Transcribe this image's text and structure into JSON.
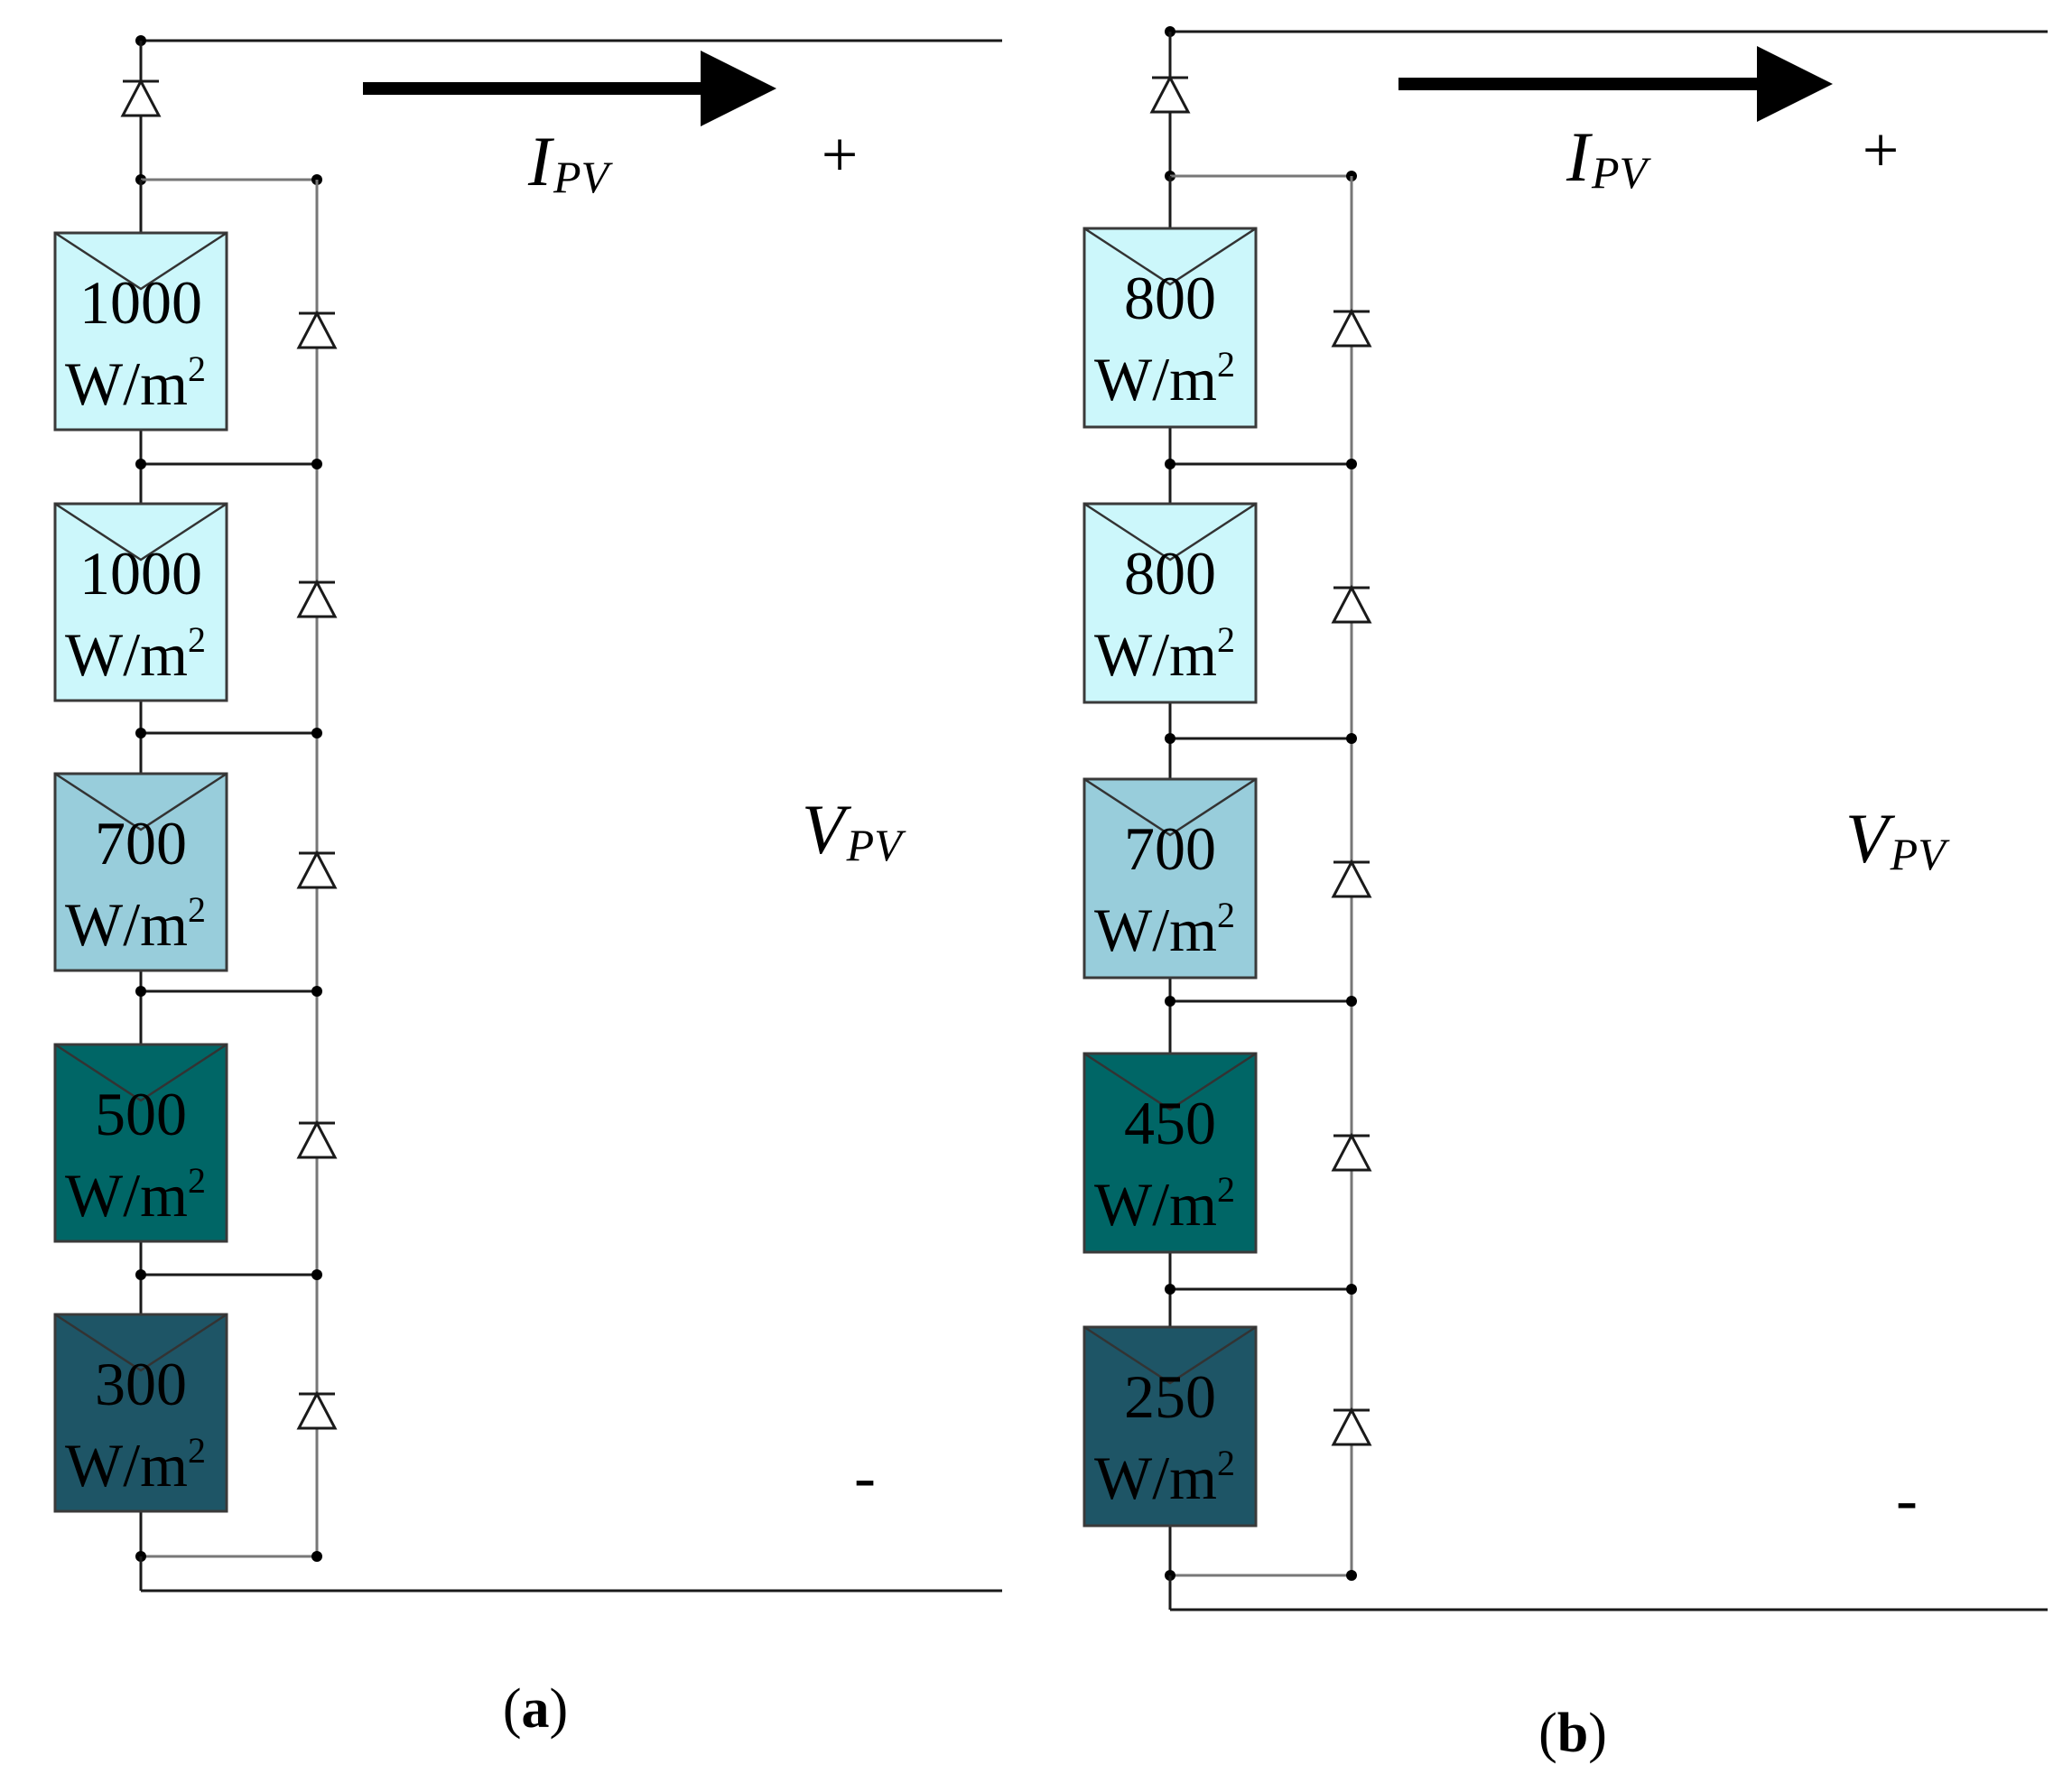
{
  "diagrams": [
    {
      "id": "a",
      "caption_letter": "a",
      "current_main": "I",
      "current_sub": "PV",
      "voltage_main": "V",
      "voltage_sub": "PV",
      "plus": "+",
      "minus": "-",
      "panels": [
        {
          "irradiance": "1000",
          "unit_base": "W/m",
          "unit_exp": "2",
          "color": "#ccf7fb"
        },
        {
          "irradiance": "1000",
          "unit_base": "W/m",
          "unit_exp": "2",
          "color": "#ccf7fb"
        },
        {
          "irradiance": "700",
          "unit_base": "W/m",
          "unit_exp": "2",
          "color": "#98cddb"
        },
        {
          "irradiance": "500",
          "unit_base": "W/m",
          "unit_exp": "2",
          "color": "#006666"
        },
        {
          "irradiance": "300",
          "unit_base": "W/m",
          "unit_exp": "2",
          "color": "#1e5566"
        }
      ]
    },
    {
      "id": "b",
      "caption_letter": "b",
      "current_main": "I",
      "current_sub": "PV",
      "voltage_main": "V",
      "voltage_sub": "PV",
      "plus": "+",
      "minus": "-",
      "panels": [
        {
          "irradiance": "800",
          "unit_base": "W/m",
          "unit_exp": "2",
          "color": "#ccf7fb"
        },
        {
          "irradiance": "800",
          "unit_base": "W/m",
          "unit_exp": "2",
          "color": "#ccf7fb"
        },
        {
          "irradiance": "700",
          "unit_base": "W/m",
          "unit_exp": "2",
          "color": "#98cddb"
        },
        {
          "irradiance": "450",
          "unit_base": "W/m",
          "unit_exp": "2",
          "color": "#006666"
        },
        {
          "irradiance": "250",
          "unit_base": "W/m",
          "unit_exp": "2",
          "color": "#1e5566"
        }
      ]
    }
  ]
}
